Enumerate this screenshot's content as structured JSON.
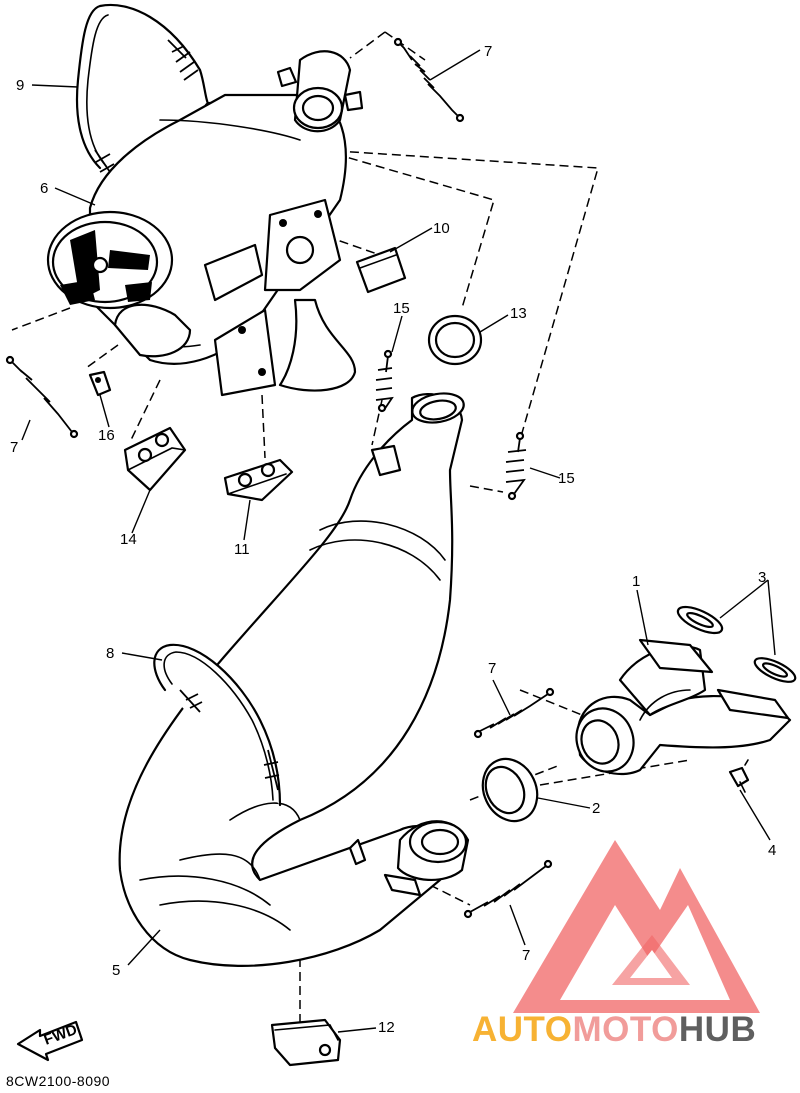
{
  "diagram": {
    "callouts": [
      {
        "id": "c1",
        "text": "1"
      },
      {
        "id": "c2",
        "text": "2"
      },
      {
        "id": "c3",
        "text": "3"
      },
      {
        "id": "c4",
        "text": "4"
      },
      {
        "id": "c5",
        "text": "5"
      },
      {
        "id": "c6",
        "text": "6"
      },
      {
        "id": "c7a",
        "text": "7"
      },
      {
        "id": "c7b",
        "text": "7"
      },
      {
        "id": "c7c",
        "text": "7"
      },
      {
        "id": "c7d",
        "text": "7"
      },
      {
        "id": "c8",
        "text": "8"
      },
      {
        "id": "c9",
        "text": "9"
      },
      {
        "id": "c10",
        "text": "10"
      },
      {
        "id": "c11",
        "text": "11"
      },
      {
        "id": "c12",
        "text": "12"
      },
      {
        "id": "c13",
        "text": "13"
      },
      {
        "id": "c14",
        "text": "14"
      },
      {
        "id": "c15a",
        "text": "15"
      },
      {
        "id": "c15b",
        "text": "15"
      },
      {
        "id": "c16",
        "text": "16"
      }
    ],
    "fwd_label": "FWD",
    "drawing_code": "8CW2100-8090"
  },
  "watermark": {
    "part1": "AUTO",
    "part2": "MOTO",
    "part3": "HUB",
    "colors": {
      "triangle": "#ee4b4b",
      "auto": "#f7b233",
      "moto": "#f19c9a",
      "hub": "#5f5f5f"
    }
  }
}
